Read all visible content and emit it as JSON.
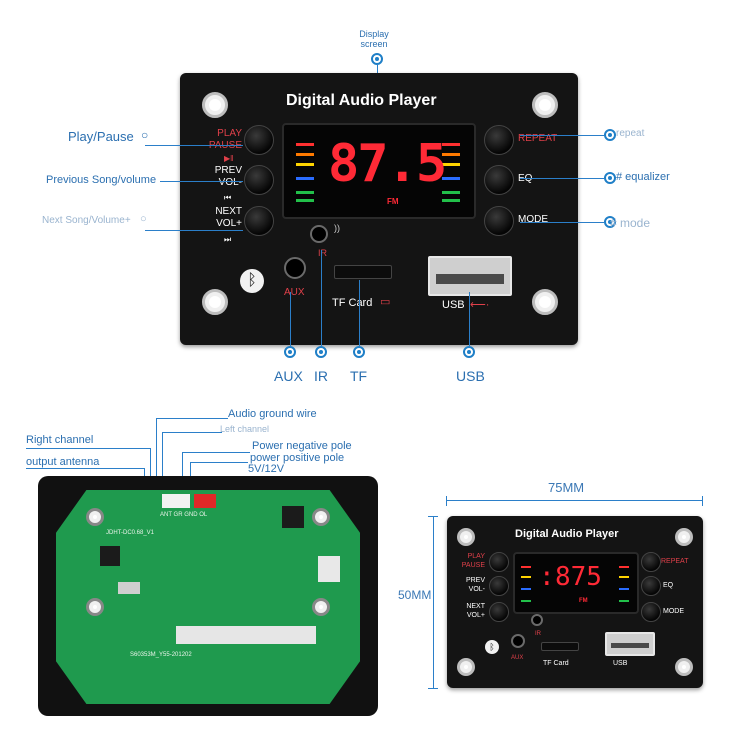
{
  "top_panel": {
    "title": "Digital  Audio Player",
    "display_value": "87.5",
    "display_unit": "FM",
    "left_buttons": [
      {
        "label_line1": "PLAY",
        "label_line2": "PAUSE",
        "icon": "play-pause-icon"
      },
      {
        "label_line1": "PREV",
        "label_line2": "VOL-",
        "icon": "previous-icon"
      },
      {
        "label_line1": "NEXT",
        "label_line2": "VOL+",
        "icon": "next-icon"
      }
    ],
    "right_buttons": [
      {
        "label": "REPEAT"
      },
      {
        "label": "EQ"
      },
      {
        "label": "MODE"
      }
    ],
    "port_labels": {
      "aux": "AUX",
      "ir": "IR",
      "tf": "TF Card",
      "usb": "USB"
    }
  },
  "annotations": {
    "display": "Display\nscreen",
    "play_pause": "Play/Pause",
    "previous": "Previous Song/volume",
    "next": "Next Song/Volume+",
    "repeat": "repeat",
    "equalizer": "# equalizer",
    "mode": "# mode",
    "aux": "AUX",
    "ir": "IR",
    "tf": "TF",
    "usb": "USB"
  },
  "pcb_annotations": {
    "audio_ground": "Audio ground wire",
    "left_channel": "Left channel",
    "right_channel": "Right channel",
    "output_antenna": "output antenna",
    "power_negative": "Power negative pole",
    "power_positive": "power positive pole",
    "voltage": "5V/12V",
    "silk_connector": "ANT GR GND OL",
    "silk_board": "JDHT-DC0.68_V1",
    "silk_code": "S60353M_Y55-201202"
  },
  "small_panel": {
    "title": "Digital  Audio Player",
    "display_value": "875",
    "display_unit": "FM",
    "left_buttons": [
      {
        "label_line1": "PLAY",
        "label_line2": "PAUSE"
      },
      {
        "label_line1": "PREV",
        "label_line2": "VOL-"
      },
      {
        "label_line1": "NEXT",
        "label_line2": "VOL+"
      }
    ],
    "right_buttons": [
      {
        "label": "REPEAT"
      },
      {
        "label": "EQ"
      },
      {
        "label": "MODE"
      }
    ],
    "port_labels": {
      "aux": "AUX",
      "ir": "IR",
      "tf": "TF Card",
      "usb": "USB"
    }
  },
  "dimensions": {
    "width": "75MM",
    "height": "50MM"
  },
  "colors": {
    "accent": "#2b6fb0",
    "display_red": "#ff2a36",
    "label_red": "#e0404a",
    "pcb_green": "#1f9a4e"
  }
}
